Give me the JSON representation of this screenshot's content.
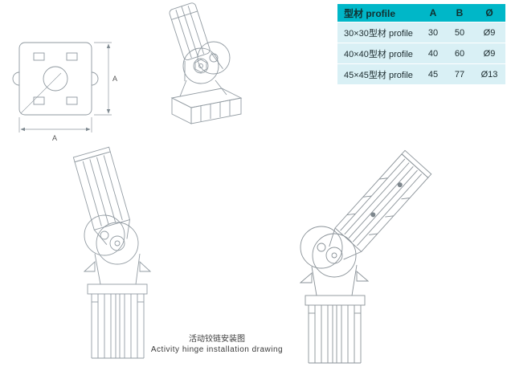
{
  "table": {
    "headers": [
      "型材 profile",
      "A",
      "B",
      "Ø"
    ],
    "rows": [
      [
        "30×30型材 profile",
        "30",
        "50",
        "Ø9"
      ],
      [
        "40×40型材 profile",
        "40",
        "60",
        "Ø9"
      ],
      [
        "45×45型材 profile",
        "45",
        "77",
        "Ø13"
      ]
    ],
    "colors": {
      "header_bg": "#00b7c8",
      "row_bg": "#d9f0f5"
    }
  },
  "front_view": {
    "dim_vertical": "A",
    "dim_horizontal": "A"
  },
  "caption": {
    "zh": "活动铰链安装图",
    "en": "Activity hinge installation drawing"
  }
}
